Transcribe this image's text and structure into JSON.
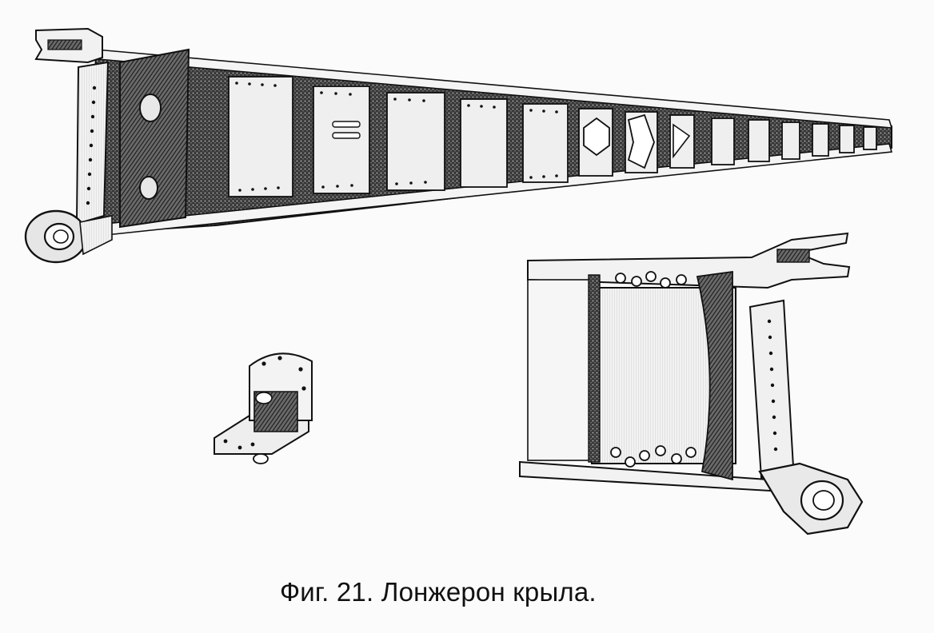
{
  "figure": {
    "caption": "Фиг. 21. Лонжерон крыла.",
    "ink_color": "#1a1a1a",
    "paper_color": "#fbfbfb",
    "components": [
      "wing-spar-full-view",
      "spar-fitting-detail",
      "spar-root-closeup"
    ]
  }
}
